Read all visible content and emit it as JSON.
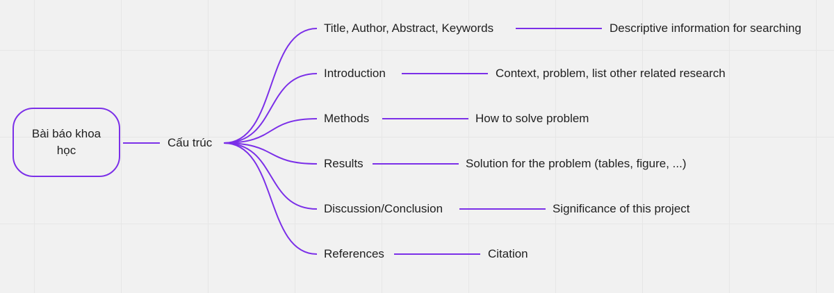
{
  "root": {
    "label": "Bài báo khoa học"
  },
  "hub": {
    "label": "Cấu trúc"
  },
  "accent_color": "#7b2fe8",
  "branches": [
    {
      "label": "Title, Author, Abstract, Keywords",
      "detail": "Descriptive information for searching"
    },
    {
      "label": "Introduction",
      "detail": "Context, problem, list other related research"
    },
    {
      "label": "Methods",
      "detail": "How to solve problem"
    },
    {
      "label": "Results",
      "detail": "Solution for the problem (tables, figure, ...)"
    },
    {
      "label": "Discussion/Conclusion",
      "detail": "Significance of this project"
    },
    {
      "label": "References",
      "detail": "Citation"
    }
  ]
}
